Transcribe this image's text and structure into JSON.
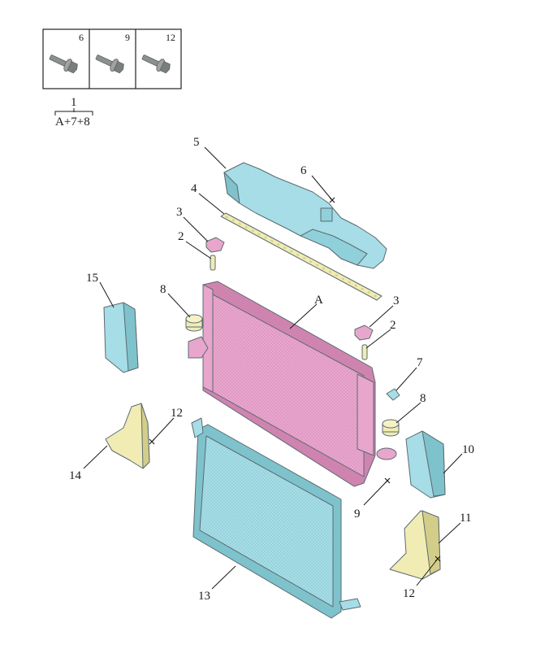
{
  "legend": {
    "cells": [
      {
        "num": "6",
        "icon": "bolt-icon"
      },
      {
        "num": "9",
        "icon": "bolt-icon"
      },
      {
        "num": "12",
        "icon": "bolt-icon"
      }
    ],
    "kit_number": "1",
    "kit_contents": "A+7+8"
  },
  "callouts": {
    "c5": "5",
    "c6": "6",
    "c4": "4",
    "c3a": "3",
    "c2a": "2",
    "c15": "15",
    "c8a": "8",
    "cA": "A",
    "c3b": "3",
    "c2b": "2",
    "c7": "7",
    "c8b": "8",
    "c12a": "12",
    "c14": "14",
    "c10": "10",
    "c9": "9",
    "c11": "11",
    "c13": "13",
    "c12b": "12"
  },
  "colors": {
    "cyan": "#a6dde6",
    "cyan_dark": "#7ec2cc",
    "pink": "#e8a6cc",
    "pink_dark": "#cf84b0",
    "yellow": "#f0ecb4",
    "yellow_dark": "#d3cd8a",
    "bolt_gray": "#8c9090"
  }
}
